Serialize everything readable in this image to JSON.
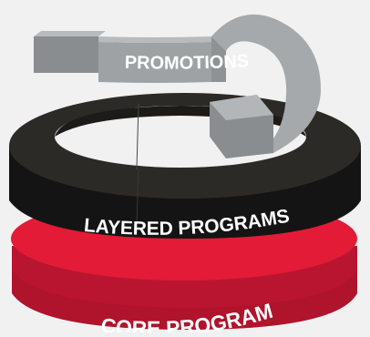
{
  "layers": {
    "core": {
      "label": "CORE PROGRAM"
    },
    "layered": {
      "label": "LAYERED PROGRAMS"
    },
    "promotions": {
      "label": "PROMOTIONS"
    }
  },
  "colors": {
    "background": "#f1f1f2",
    "core_top": "#e31b37",
    "core_side": "#ba1530",
    "core_side_dark": "#a8122a",
    "layered_top": "#2c2a27",
    "layered_side": "#141414",
    "promo_top": "#a6a9ab",
    "promo_side": "#8a8d8f",
    "label_text": "#ffffff"
  }
}
